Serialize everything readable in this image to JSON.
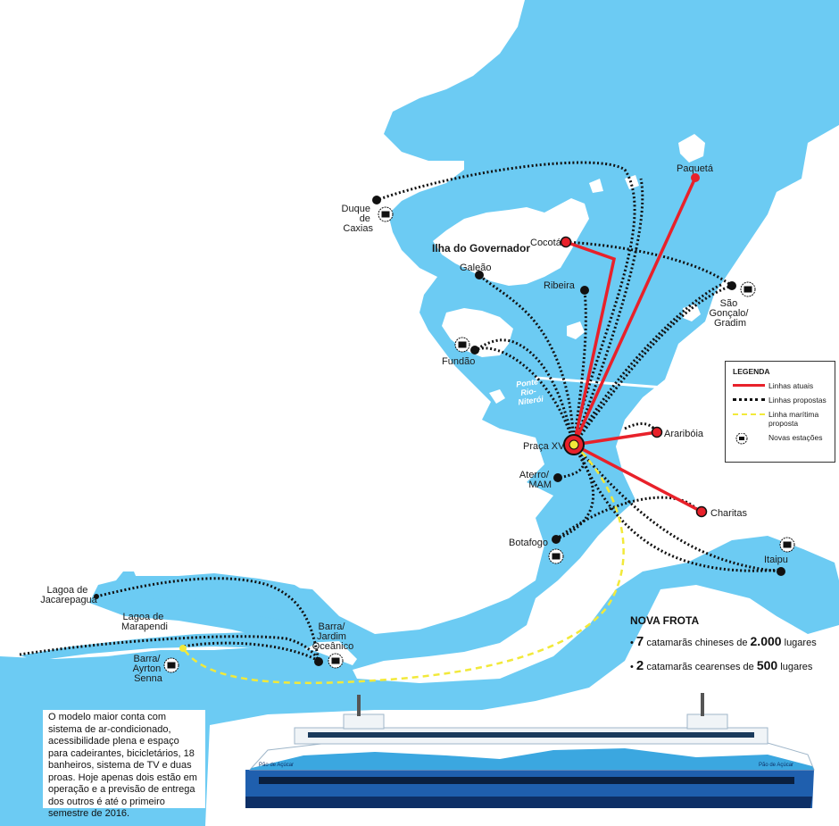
{
  "legend": {
    "title": "LEGENDA",
    "items": [
      {
        "label": "Linhas atuais",
        "color": "#e8212a",
        "style": "solid"
      },
      {
        "label": "Linhas propostas",
        "color": "#111111",
        "style": "dotted"
      },
      {
        "label": "Linha marítima proposta",
        "color": "#f2e93a",
        "style": "dashed"
      },
      {
        "label": "Novas estações",
        "icon": "ferry-station-icon"
      }
    ]
  },
  "places": {
    "duque": [
      "Duque",
      "de",
      "Caxias"
    ],
    "ilha": "Ilha do Governador",
    "galeao": "Galeão",
    "cocota": "Cocotá",
    "ribeira": "Ribeira",
    "paqueta": "Paquetá",
    "sao_goncalo": [
      "São",
      "Gonçalo/",
      "Gradim"
    ],
    "fundao": "Fundão",
    "ponte": [
      "Ponte",
      "Rio-",
      "Niterói"
    ],
    "praca": "Praça XV",
    "arariboia": "Araribóia",
    "aterro": [
      "Aterro/",
      "MAM"
    ],
    "charitas": "Charitas",
    "botafogo": "Botafogo",
    "itaipu": "Itaipu",
    "jacarepagua": [
      "Lagoa de",
      "Jacarepaguá"
    ],
    "marapendi": [
      "Lagoa de",
      "Marapendi"
    ],
    "barra_jardim": [
      "Barra/",
      "Jardim",
      "Oceânico"
    ],
    "barra_ayrton": [
      "Barra/",
      "Ayrton",
      "Senna"
    ]
  },
  "fleet": {
    "title": "NOVA FROTA",
    "items": [
      {
        "bullet": "•",
        "count": "7",
        "text": "catamarãs chineses de",
        "capacity": "2.000",
        "unit": "lugares"
      },
      {
        "bullet": "•",
        "count": "2",
        "text": "catamarãs cearenses de",
        "capacity": "500",
        "unit": "lugares"
      }
    ]
  },
  "note": "O modelo maior conta com sistema de ar-condicionado, acessibilidade plena e espaço para cadeirantes, bicicletários, 18 banheiros, sistema de TV e duas proas. Hoje apenas dois estão em operação e a previsão de entrega dos outros é até o primeiro semestre de 2016.",
  "ship": {
    "name": "Pão de Açúcar"
  },
  "colors": {
    "water": "#6ccbf3",
    "land": "#ffffff",
    "current": "#e8212a",
    "proposed": "#111111",
    "maritime": "#f2e93a"
  }
}
